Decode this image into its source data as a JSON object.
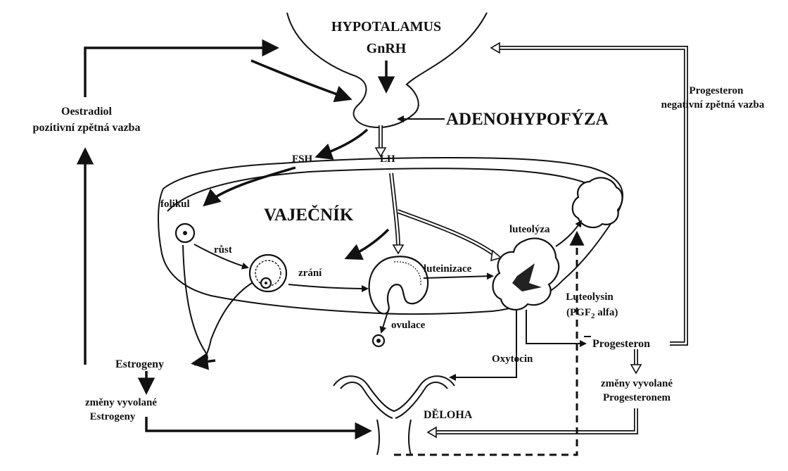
{
  "labels": {
    "hypothalamus": "HYPOTALAMUS",
    "gnrh": "GnRH",
    "adenohypophysis": "ADENOHYPOFÝZA",
    "progesterone_feedback_1": "Progesteron",
    "progesterone_feedback_2": "negativní zpětná vazba",
    "oestradiol_feedback_1": "Oestradiol",
    "oestradiol_feedback_2": "pozitivní zpětná vazba",
    "fsh": "FSH",
    "lh": "LH",
    "ovary": "VAJEČNÍK",
    "follicle": "folikul",
    "growth": "růst",
    "maturation": "zrání",
    "luteinization": "luteinizace",
    "luteolysis": "luteolýza",
    "ovulation": "ovulace",
    "luteolysin_1": "Luteolysin",
    "luteolysin_2": "(PGF",
    "luteolysin_sub": "2",
    "luteolysin_3": " alfa)",
    "progesterone": "Progesteron",
    "oxytocin": "Oxytocin",
    "estrogens": "Estrogeny",
    "estrogen_changes_1": "změny vyvolané",
    "estrogen_changes_2": "Estrogeny",
    "progesterone_changes_1": "změny vyvolané",
    "progesterone_changes_2": "Progesteronem",
    "uterus": "DĚLOHA"
  },
  "colors": {
    "ink": "#111111",
    "background": "#ffffff"
  }
}
